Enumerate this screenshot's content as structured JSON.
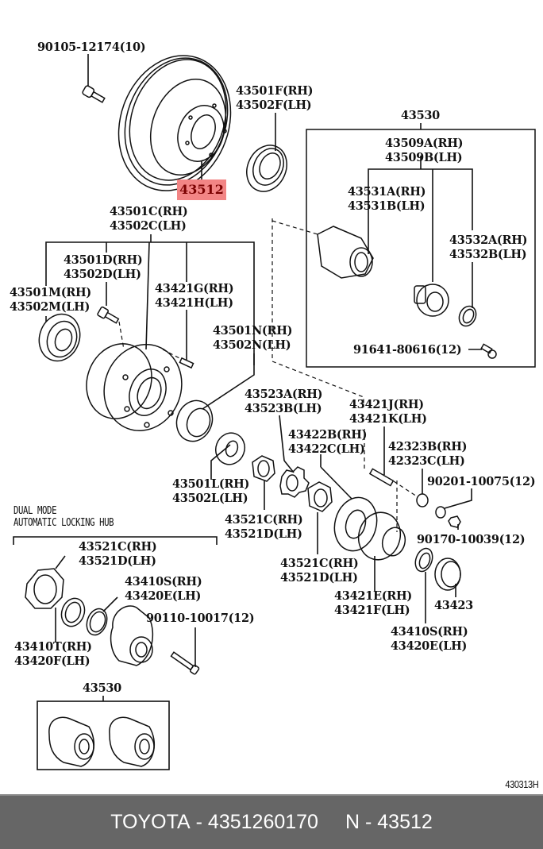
{
  "diagram": {
    "highlighted_part": "43512",
    "note_lines": [
      "DUAL MODE",
      "AUTOMATIC LOCKING HUB"
    ],
    "illustration_code": "430313H",
    "labels": [
      {
        "id": "bolt-90105",
        "lines": [
          "90105-12174(10)"
        ]
      },
      {
        "id": "seal-43501F",
        "lines": [
          "43501F(RH)",
          "43502F(LH)"
        ]
      },
      {
        "id": "hub-kit-43530-top",
        "lines": [
          "43530"
        ]
      },
      {
        "id": "body-43509",
        "lines": [
          "43509A(RH)",
          "43509B(LH)"
        ]
      },
      {
        "id": "body-43531",
        "lines": [
          "43531A(RH)",
          "43531B(LH)"
        ]
      },
      {
        "id": "ring-43532",
        "lines": [
          "43532A(RH)",
          "43532B(LH)"
        ]
      },
      {
        "id": "bolt-91641",
        "lines": [
          "91641-80616(12)"
        ]
      },
      {
        "id": "hub-43501C",
        "lines": [
          "43501C(RH)",
          "43502C(LH)"
        ]
      },
      {
        "id": "bolt-43501D",
        "lines": [
          "43501D(RH)",
          "43502D(LH)"
        ]
      },
      {
        "id": "bearing-43501M",
        "lines": [
          "43501M(RH)",
          "43502M(LH)"
        ]
      },
      {
        "id": "pin-43421G",
        "lines": [
          "43421G(RH)",
          "43421H(LH)"
        ]
      },
      {
        "id": "bearing-43501N",
        "lines": [
          "43501N(RH)",
          "43502N(LH)"
        ]
      },
      {
        "id": "washer-43523",
        "lines": [
          "43523A(RH)",
          "43523B(LH)"
        ]
      },
      {
        "id": "stud-43421J",
        "lines": [
          "43421J(RH)",
          "43421K(LH)"
        ]
      },
      {
        "id": "gasket-43422",
        "lines": [
          "43422B(RH)",
          "43422C(LH)"
        ]
      },
      {
        "id": "washer-42323",
        "lines": [
          "42323B(RH)",
          "42323C(LH)"
        ]
      },
      {
        "id": "washer-90201",
        "lines": [
          "90201-10075(12)"
        ]
      },
      {
        "id": "washer-43501L",
        "lines": [
          "43501L(RH)",
          "43502L(LH)"
        ]
      },
      {
        "id": "nut-43521-a",
        "lines": [
          "43521C(RH)",
          "43521D(LH)"
        ]
      },
      {
        "id": "nut-90170",
        "lines": [
          "90170-10039(12)"
        ]
      },
      {
        "id": "nut-43521-b",
        "lines": [
          "43521C(RH)",
          "43521D(LH)"
        ]
      },
      {
        "id": "flange-43421E",
        "lines": [
          "43421E(RH)",
          "43421F(LH)"
        ]
      },
      {
        "id": "cap-43423",
        "lines": [
          "43423"
        ]
      },
      {
        "id": "snapring-43410S-right",
        "lines": [
          "43410S(RH)",
          "43420E(LH)"
        ]
      },
      {
        "id": "nut-43521-c",
        "lines": [
          "43521C(RH)",
          "43521D(LH)"
        ]
      },
      {
        "id": "snapring-43410S-left",
        "lines": [
          "43410S(RH)",
          "43420E(LH)"
        ]
      },
      {
        "id": "bolt-90110",
        "lines": [
          "90110-10017(12)"
        ]
      },
      {
        "id": "ring-43410T",
        "lines": [
          "43410T(RH)",
          "43420F(LH)"
        ]
      },
      {
        "id": "hub-kit-43530-bottom",
        "lines": [
          "43530"
        ]
      }
    ]
  },
  "footer": {
    "brand": "TOYOTA",
    "separator": "-",
    "part_number": "4351260170",
    "ref_prefix": "N",
    "ref_number": "43512"
  }
}
